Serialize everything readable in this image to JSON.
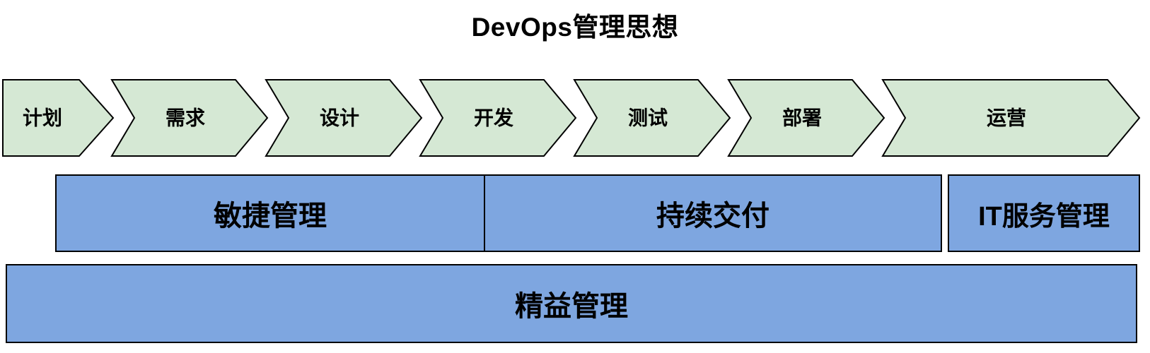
{
  "title": "DevOps管理思想",
  "pipeline": {
    "stages": [
      {
        "label": "计划"
      },
      {
        "label": "需求"
      },
      {
        "label": "设计"
      },
      {
        "label": "开发"
      },
      {
        "label": "测试"
      },
      {
        "label": "部署"
      },
      {
        "label": "运营"
      }
    ]
  },
  "management_layers": {
    "agile": {
      "label": "敏捷管理"
    },
    "continuous_delivery": {
      "label": "持续交付"
    },
    "it_service": {
      "label": "IT服务管理"
    },
    "lean": {
      "label": "精益管理"
    }
  },
  "colors": {
    "stage_fill": "#d5e8d4",
    "stage_border": "#000000",
    "layer_fill": "#7ea6e0",
    "layer_border": "#000000",
    "text_color": "#000000",
    "background": "#ffffff"
  }
}
